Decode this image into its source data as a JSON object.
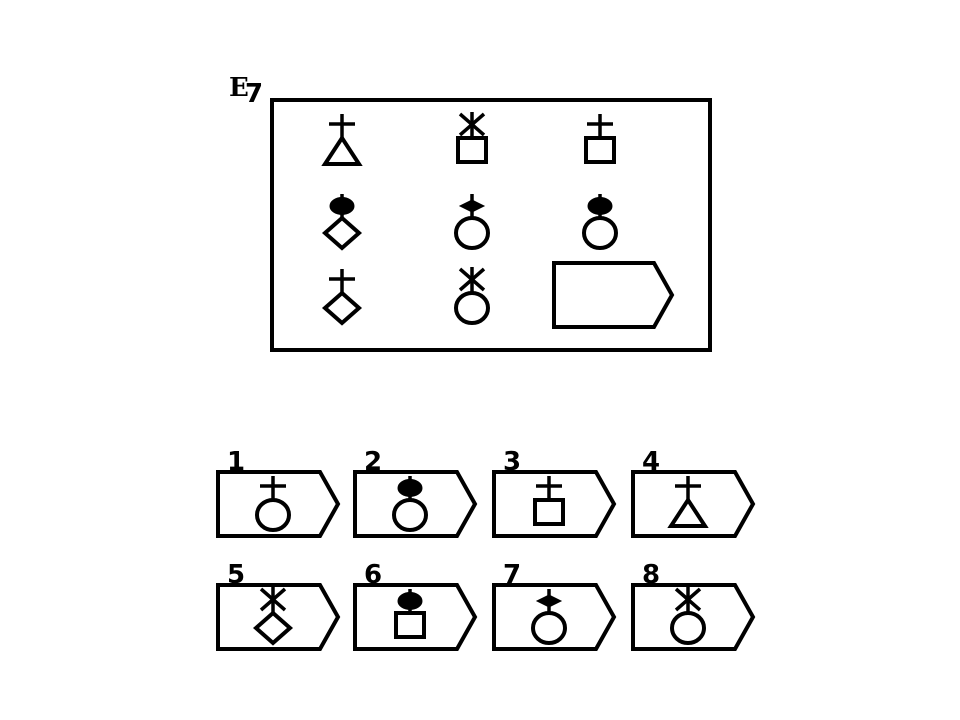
{
  "puzzle": {
    "set_letter": "E",
    "item_number": "7",
    "matrix": [
      [
        {
          "top": "cross",
          "bottom": "triangle"
        },
        {
          "top": "asterisk",
          "bottom": "square"
        },
        {
          "top": "cross",
          "bottom": "square"
        }
      ],
      [
        {
          "top": "ellipse",
          "bottom": "diamond"
        },
        {
          "top": "kite",
          "bottom": "circle"
        },
        {
          "top": "ellipse",
          "bottom": "circle"
        }
      ],
      [
        {
          "top": "cross",
          "bottom": "diamond"
        },
        {
          "top": "asterisk",
          "bottom": "circle"
        },
        {
          "top": "missing",
          "bottom": "missing"
        }
      ]
    ]
  },
  "options": [
    {
      "number": "1",
      "top": "cross",
      "bottom": "circle"
    },
    {
      "number": "2",
      "top": "ellipse",
      "bottom": "circle"
    },
    {
      "number": "3",
      "top": "cross",
      "bottom": "square"
    },
    {
      "number": "4",
      "top": "cross",
      "bottom": "triangle"
    },
    {
      "number": "5",
      "top": "asterisk",
      "bottom": "diamond"
    },
    {
      "number": "6",
      "top": "ellipse",
      "bottom": "square"
    },
    {
      "number": "7",
      "top": "kite",
      "bottom": "circle"
    },
    {
      "number": "8",
      "top": "asterisk",
      "bottom": "circle"
    }
  ],
  "colors": {
    "ink": "#000000",
    "background": "#ffffff"
  }
}
